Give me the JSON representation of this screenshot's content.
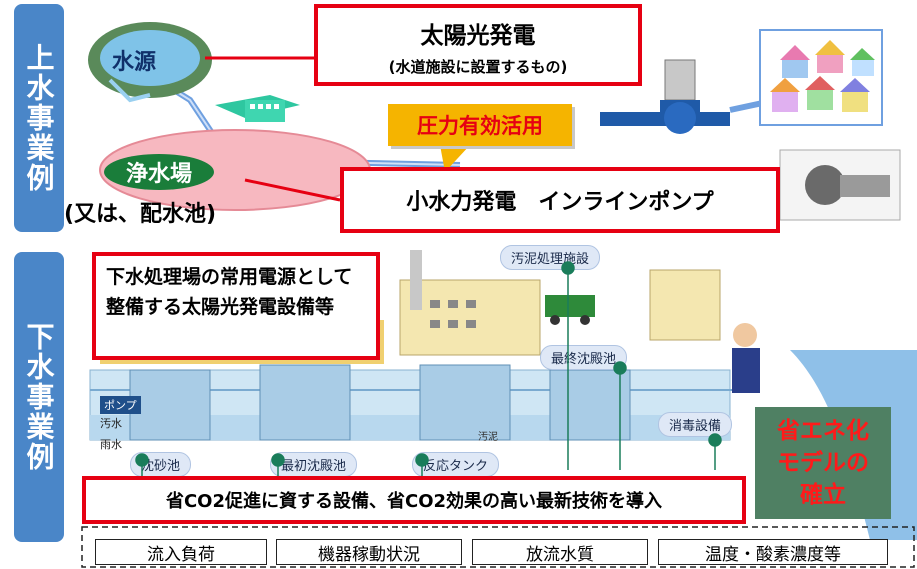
{
  "upper_section": {
    "side_label": "上水事業例",
    "water_source": "水源",
    "purification_plant": "浄水場",
    "distribution_note": "(又は、配水池)",
    "solar_box": {
      "title": "太陽光発電",
      "subtitle": "(水道施設に設置するもの)"
    },
    "pressure_callout": "圧力有効活用",
    "hydro_box": "小水力発電　インラインポンプ"
  },
  "lower_section": {
    "side_label": "下水事業例",
    "solar_box": "下水処理場の常用電源として整備する太陽光発電設備等",
    "sludge_facility": "汚泥処理施設",
    "final_sedimentation": "最終沈殿池",
    "disinfection": "消毒設備",
    "pump_label": "ポンプ",
    "sewage_label": "汚水",
    "rain_label": "雨水",
    "sludge_label": "汚泥",
    "sand_basin": "沈砂池",
    "primary_sedimentation": "最初沈殿池",
    "reaction_tank": "反応タンク",
    "energy_model_box": "省エネ化モデルの確立",
    "promotion_box": "省CO2促進に資する設備、省CO2効果の高い最新技術を導入",
    "monitoring_items": [
      "流入負荷",
      "機器稼動状況",
      "放流水質",
      "温度・酸素濃度等"
    ]
  },
  "colors": {
    "side_blue": "#4a86c8",
    "red_border": "#e60012",
    "callout_orange": "#f5b400",
    "model_green": "#4f8063",
    "model_text": "#ff1a1a",
    "plant_green": "#1a7d3a",
    "pipe_blue": "#6fa0e0"
  }
}
